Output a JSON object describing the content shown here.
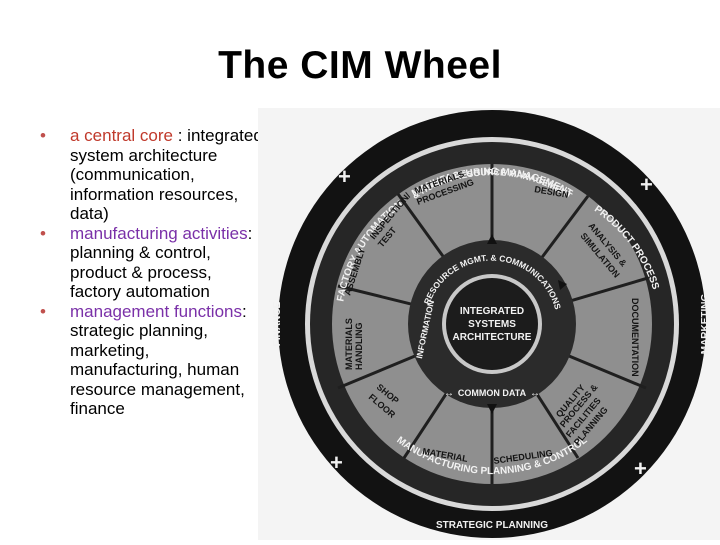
{
  "title": "The CIM Wheel",
  "bullets": [
    {
      "highlight": "a central core",
      "highlight_color": "#c0392b",
      "rest": " : integrated system architecture (communication, information resources, data)"
    },
    {
      "highlight": "manufacturing activities",
      "highlight_color": "#7a30a8",
      "rest": ": planning & control, product & process, factory automation"
    },
    {
      "highlight": "management functions",
      "highlight_color": "#7a30a8",
      "rest": ": strategic planning, marketing, manufacturing, human resource management, finance"
    }
  ],
  "wheel": {
    "core": [
      "INTEGRATED",
      "SYSTEMS",
      "ARCHITECTURE"
    ],
    "inner_ring": [
      "RESOURCE MGMT. & COMMUNICATIONS",
      "INFORMATION",
      "COMMON DATA"
    ],
    "segments": {
      "design": "DESIGN",
      "analysis_1": "ANALYSIS &",
      "analysis_2": "SIMULATION",
      "documentation": "DOCUMENTATION",
      "quality_1": "QUALITY",
      "quality_2": "PROCESS &",
      "quality_3": "FACILITIES",
      "quality_4": "PLANNING",
      "scheduling": "SCHEDULING",
      "material": "MATERIAL",
      "shop_1": "SHOP",
      "shop_2": "FLOOR",
      "materials_handling_1": "MATERIALS",
      "materials_handling_2": "HANDLING",
      "assembly": "ASSEMBLY",
      "inspection_1": "INSPECTION/",
      "inspection_2": "TEST",
      "materials_processing_1": "MATERIALS",
      "materials_processing_2": "PROCESSING"
    },
    "middle_ring": {
      "factory_automation": "FACTORY AUTOMATION",
      "product_process": "PRODUCT PROCESS",
      "mfg_planning_control": "MANUFACTURING PLANNING & CONTROL"
    },
    "outer_ring": {
      "mfg_hr_management_1": "MANUFACTURING MANAGEMENT",
      "mfg_hr_management_2": "& HUMAN RESOURCE MANAGEMENT",
      "finance": "FINANCE",
      "marketing": "MARKETING",
      "strategic_planning": "STRATEGIC PLANNING"
    },
    "colors": {
      "background": "#f2f2f2",
      "outer_ring": "#111111",
      "middle_ring": "#2a2a2a",
      "segments": "#8e8e8e",
      "inner_ring": "#2b2b2b",
      "core": "#1c1c1c"
    }
  }
}
